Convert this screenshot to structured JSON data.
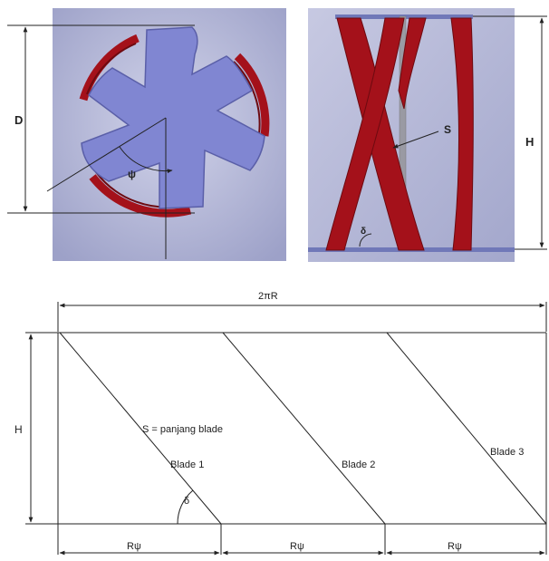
{
  "top_left": {
    "diameter_label": "D",
    "angle_label": "ψ"
  },
  "top_right": {
    "height_label": "H",
    "blade_length_label": "S",
    "angle_label": "δ"
  },
  "unrolled": {
    "width_label": "2πR",
    "height_label": "H",
    "blade_length_label": "S = panjang blade",
    "blade_labels": [
      "Blade 1",
      "Blade 2",
      "Blade 3"
    ],
    "angle_label": "δ",
    "segment_labels": [
      "Rψ",
      "Rψ",
      "Rψ"
    ]
  },
  "colors": {
    "panel_bg": "#b9bcd8",
    "blade_fill": "#7f86d4",
    "blade_red": "#a4111a",
    "shaft": "#9a9aa3"
  }
}
